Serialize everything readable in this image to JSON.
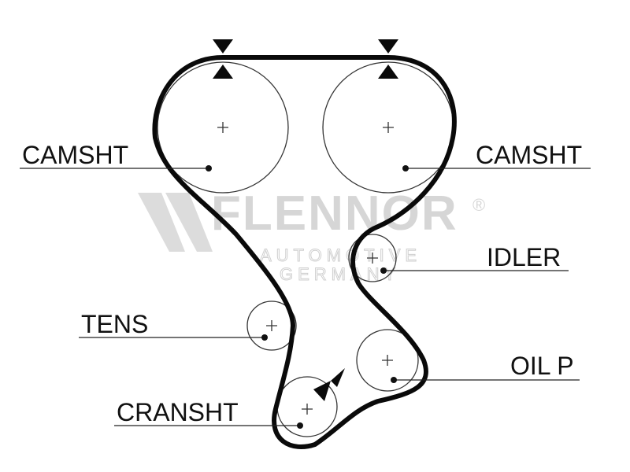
{
  "labels": {
    "camshaft_left": "CAMSHT",
    "camshaft_right": "CAMSHT",
    "idler": "IDLER",
    "tensioner": "TENS",
    "oil_pump": "OIL P",
    "crankshaft": "CRANSHT"
  },
  "watermark": {
    "brand": "FLENNOR",
    "line1": "AUTOMOTIVE",
    "line2": "GERMANY",
    "registered": "®"
  },
  "colors": {
    "belt": "#0a0a0a",
    "pulley": "#333333",
    "watermark": "#d6d6d6"
  }
}
